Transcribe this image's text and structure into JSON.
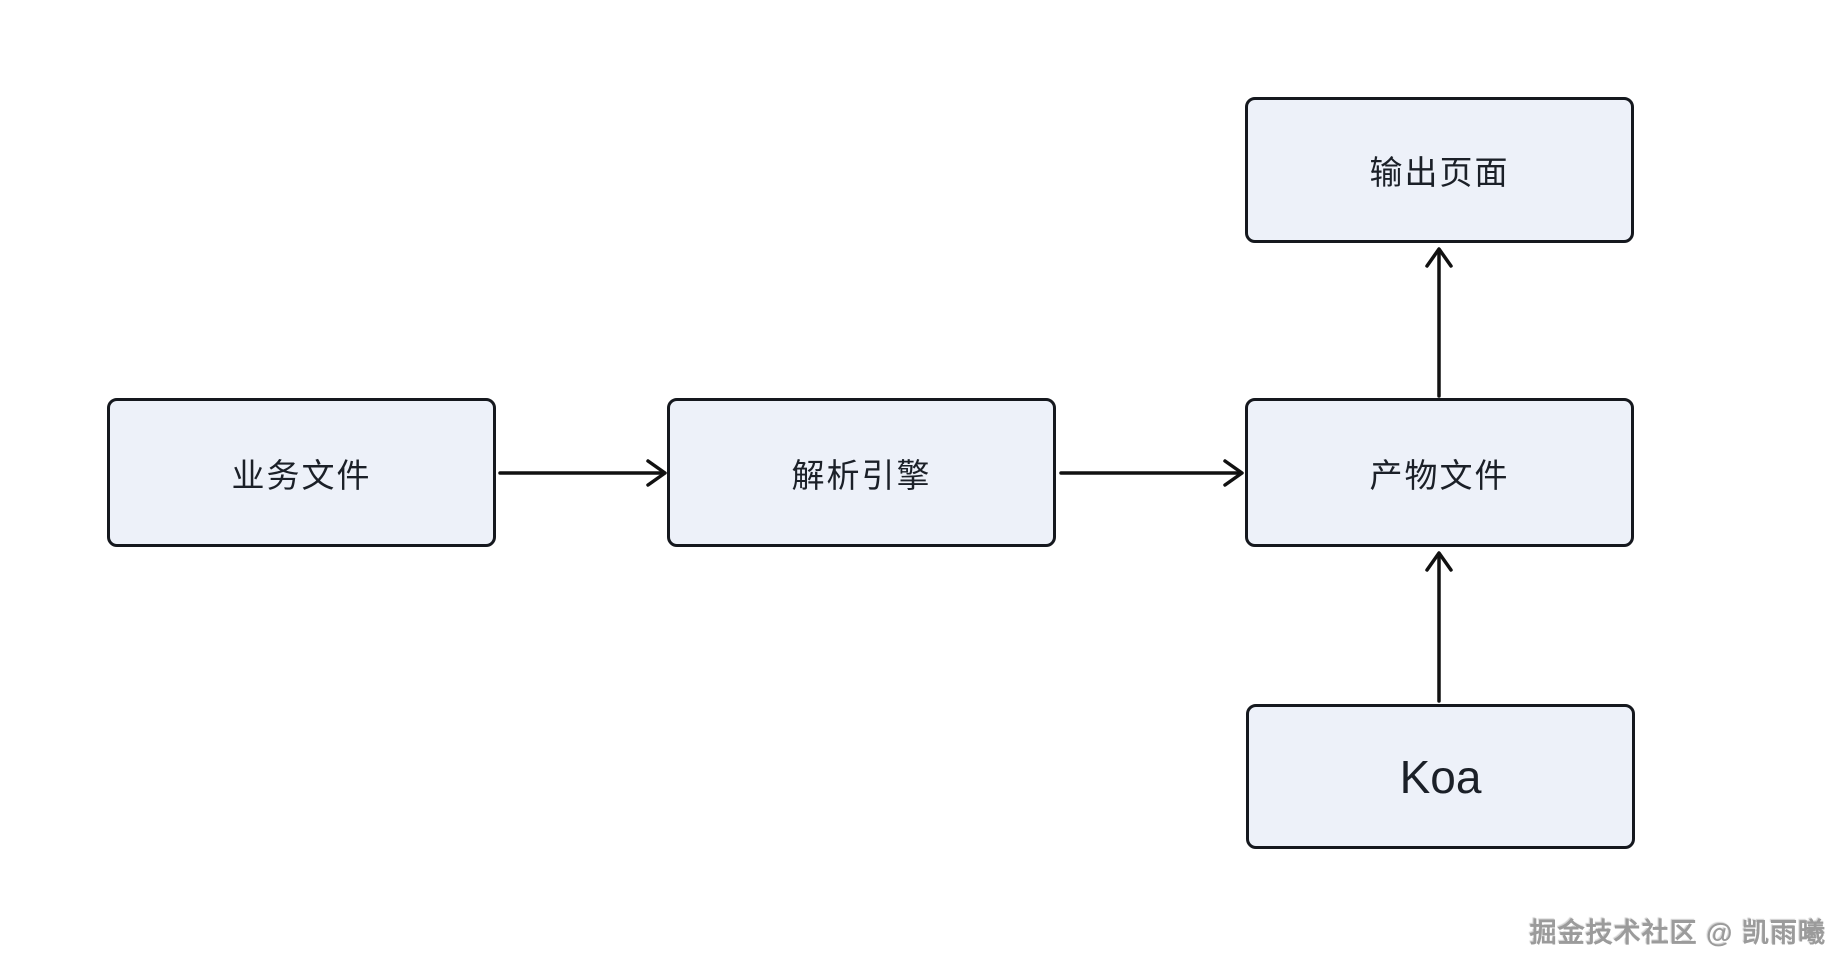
{
  "diagram": {
    "nodes": [
      {
        "id": "business-file",
        "label": "业务文件"
      },
      {
        "id": "parse-engine",
        "label": "解析引擎"
      },
      {
        "id": "artifact-file",
        "label": "产物文件"
      },
      {
        "id": "output-page",
        "label": "输出页面"
      },
      {
        "id": "koa",
        "label": "Koa"
      }
    ],
    "edges": [
      {
        "from": "business-file",
        "to": "parse-engine",
        "direction": "right"
      },
      {
        "from": "parse-engine",
        "to": "artifact-file",
        "direction": "right"
      },
      {
        "from": "artifact-file",
        "to": "output-page",
        "direction": "up"
      },
      {
        "from": "koa",
        "to": "artifact-file",
        "direction": "up"
      }
    ],
    "colors": {
      "background": "#FFFFFF",
      "node_fill": "#EDF1F9",
      "node_border": "#15181E",
      "node_text": "#1B2028",
      "arrow": "#111111",
      "watermark_text": "#9B9B9B"
    }
  },
  "watermark": {
    "text": "掘金技术社区 @ 凯雨曦"
  }
}
